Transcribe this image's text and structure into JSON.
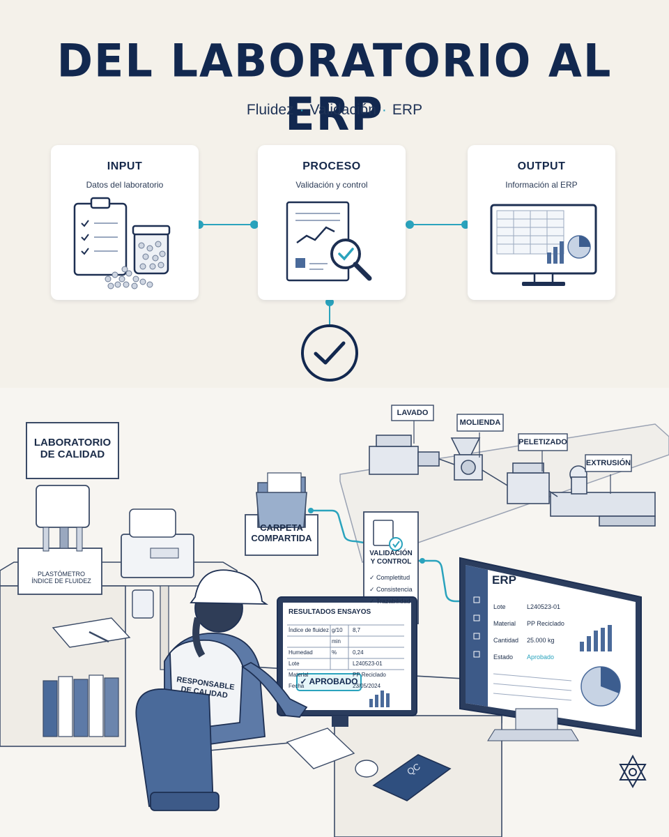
{
  "header": {
    "title": "DEL LABORATORIO AL ERP",
    "subtitle_items": [
      "Fluidez",
      "Validación",
      "ERP"
    ],
    "separator": "·"
  },
  "flow": {
    "input": {
      "title": "INPUT",
      "desc": "Datos del laboratorio"
    },
    "process": {
      "title": "PROCESO",
      "desc": "Validación y control"
    },
    "output": {
      "title": "OUTPUT",
      "desc": "Información al ERP"
    }
  },
  "scene": {
    "lab_sign": [
      "LABORATORIO",
      "DE CALIDAD"
    ],
    "plastometer": [
      "PLASTÓMETRO",
      "ÍNDICE DE FLUIDEZ"
    ],
    "folder": [
      "CARPETA",
      "COMPARTIDA"
    ],
    "validation": {
      "title": [
        "VALIDACIÓN",
        "Y CONTROL"
      ],
      "checks": [
        "Completitud",
        "Consistencia",
        "Trazabilidad"
      ]
    },
    "stages": [
      "LAVADO",
      "MOLIENDA",
      "PELETIZADO",
      "EXTRUSIÓN"
    ],
    "vest": [
      "RESPONSABLE",
      "DE CALIDAD"
    ],
    "results": {
      "title": "RESULTADOS ENSAYOS",
      "rows": [
        [
          "Índice de fluidez",
          "g/10 min",
          "8,7"
        ],
        [
          "Humedad",
          "%",
          "0,24"
        ],
        [
          "Lote",
          "",
          "L240523-01"
        ],
        [
          "Material",
          "",
          "PP Reciclado"
        ],
        [
          "Fecha",
          "",
          "23/05/2024"
        ]
      ],
      "button": "APROBADO"
    },
    "erp": {
      "title": "ERP",
      "fields": [
        {
          "label": "Lote",
          "value": "L240523-01"
        },
        {
          "label": "Material",
          "value": "PP Reciclado"
        },
        {
          "label": "Cantidad",
          "value": "25.000 kg"
        },
        {
          "label": "Estado",
          "value": "Aprobado"
        }
      ]
    },
    "book": "QC"
  },
  "colors": {
    "navy": "#12284f",
    "accent": "#2aa3bd",
    "blue": "#4a6a9a"
  }
}
